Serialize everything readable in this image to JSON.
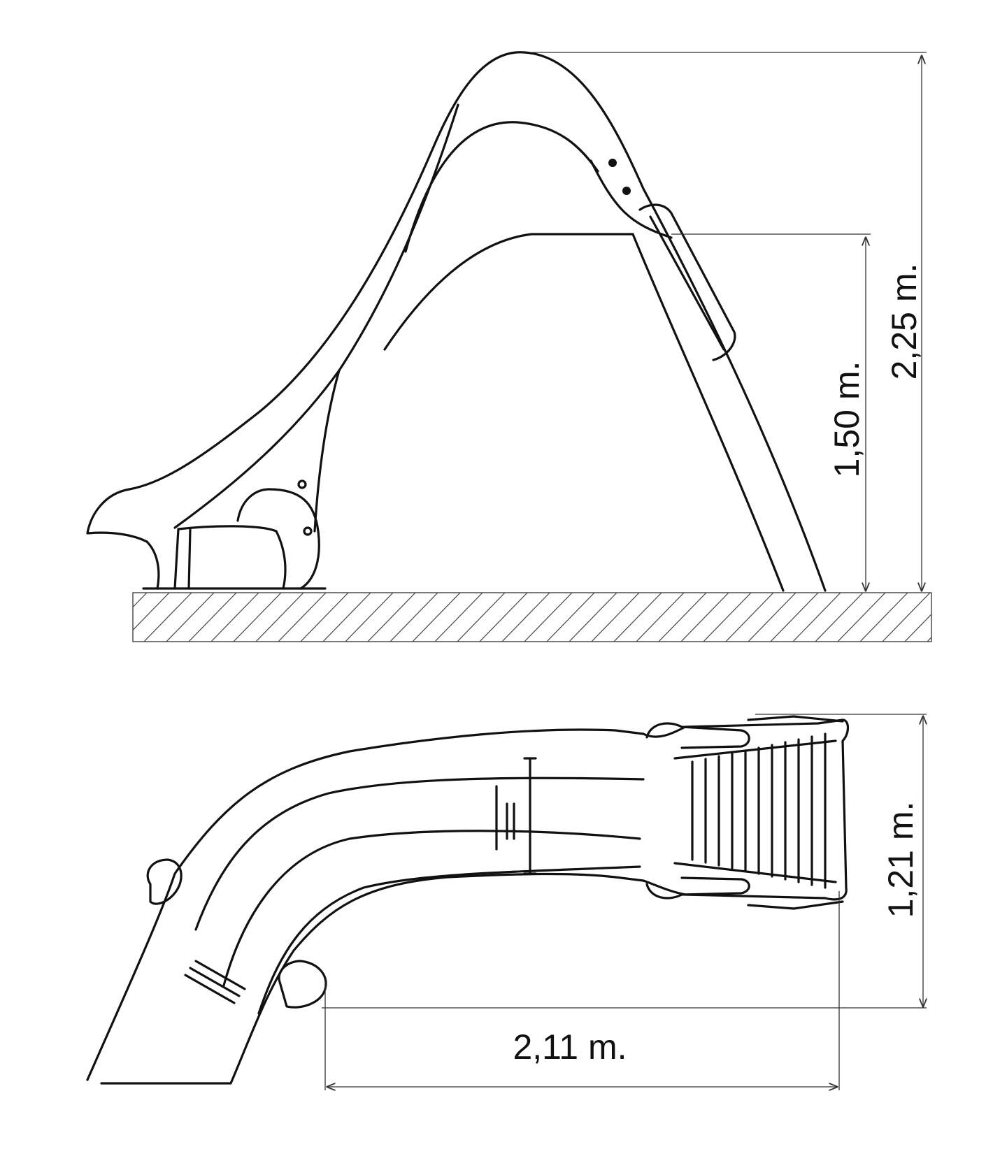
{
  "dimensions": {
    "total_height": "2,25 m.",
    "platform_height": "1,50 m.",
    "width": "1,21 m.",
    "length": "2,11 m."
  },
  "views": [
    "side-view",
    "top-view"
  ]
}
